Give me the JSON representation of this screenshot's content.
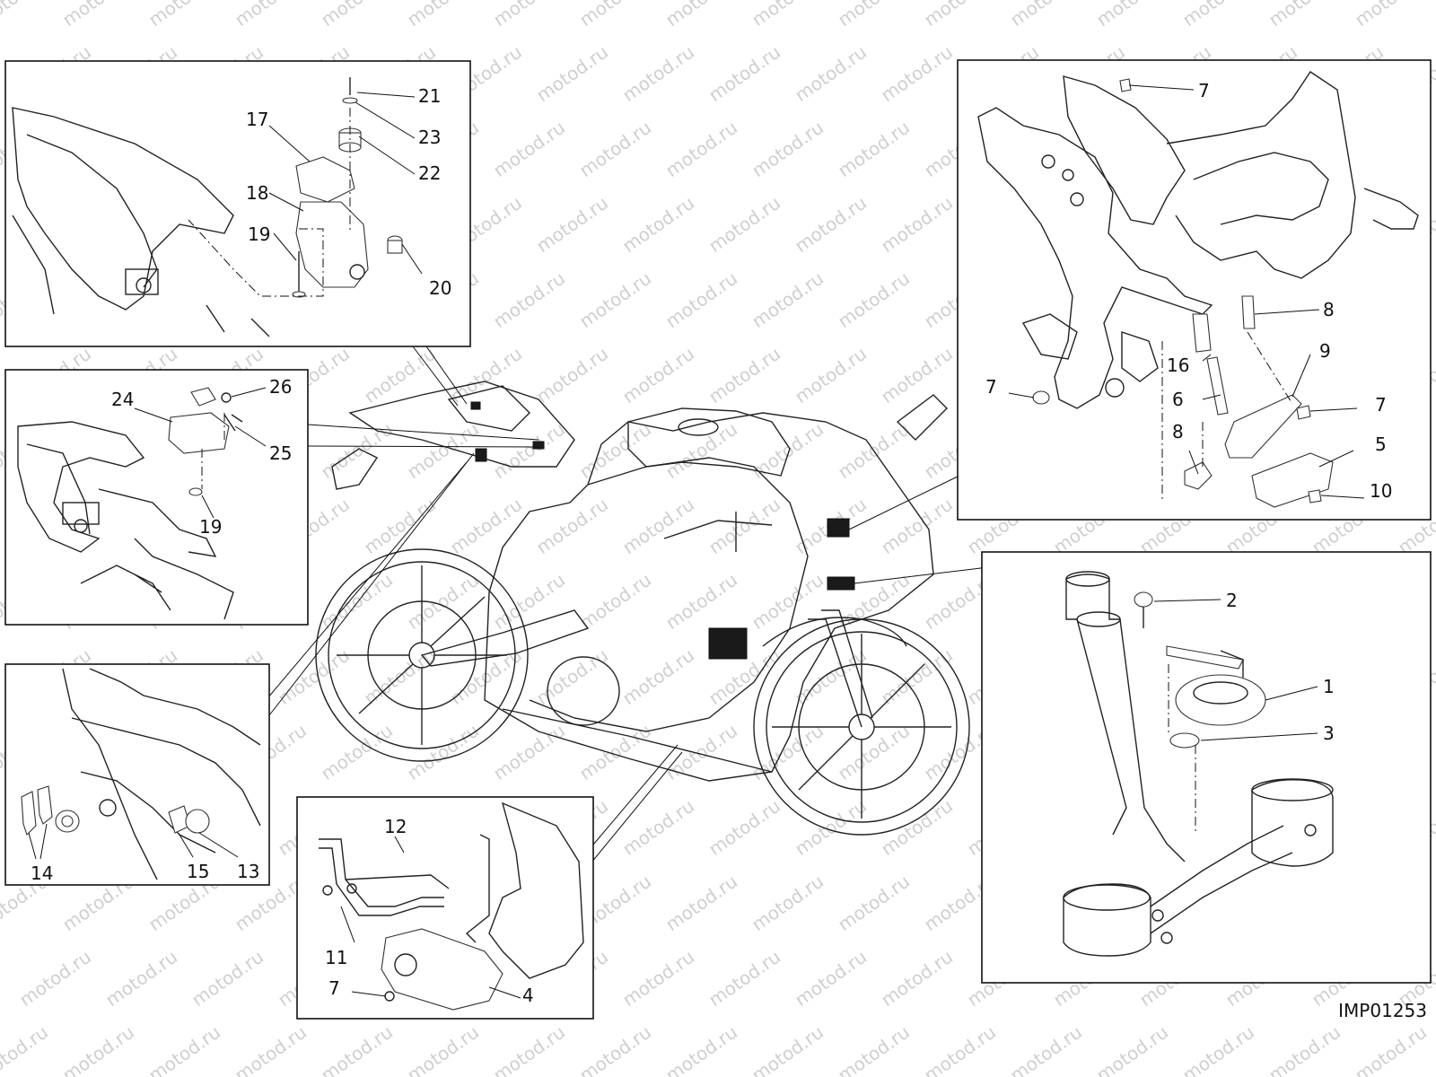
{
  "drawing_code": "IMP01253",
  "watermark_text": "motod.ru",
  "callouts": {
    "panel_seat_sensor": [
      "21",
      "23",
      "22",
      "17",
      "18",
      "19",
      "20"
    ],
    "panel_seat_lock": [
      "24",
      "26",
      "25",
      "19"
    ],
    "panel_tail_switches": [
      "14",
      "15",
      "13"
    ],
    "panel_front_ecu": [
      "7",
      "8",
      "16",
      "7",
      "9",
      "6",
      "7",
      "8",
      "5",
      "10"
    ],
    "panel_horn": [
      "2",
      "1",
      "3"
    ],
    "panel_ecu_bracket": [
      "12",
      "11",
      "7",
      "4"
    ]
  },
  "colors": {
    "line": "#222222",
    "watermark": "#cfcfcf",
    "background": "#ffffff"
  }
}
